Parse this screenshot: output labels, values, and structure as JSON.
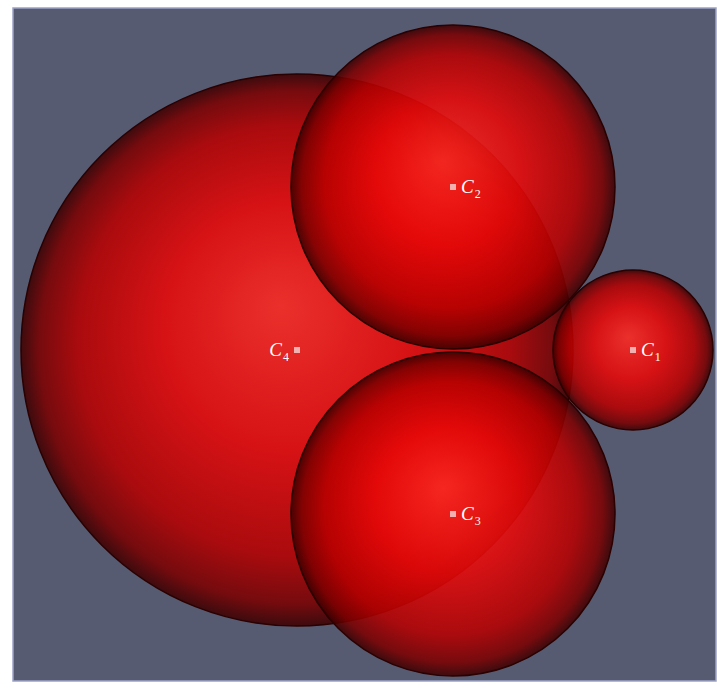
{
  "diagram": {
    "nodes": [
      {
        "text": [
          "C",
          "2"
        ]
      },
      {
        "text": [
          "C",
          "4"
        ]
      },
      {
        "text": [
          "C",
          "1"
        ]
      },
      {
        "text": [
          "C",
          "3"
        ]
      }
    ]
  }
}
